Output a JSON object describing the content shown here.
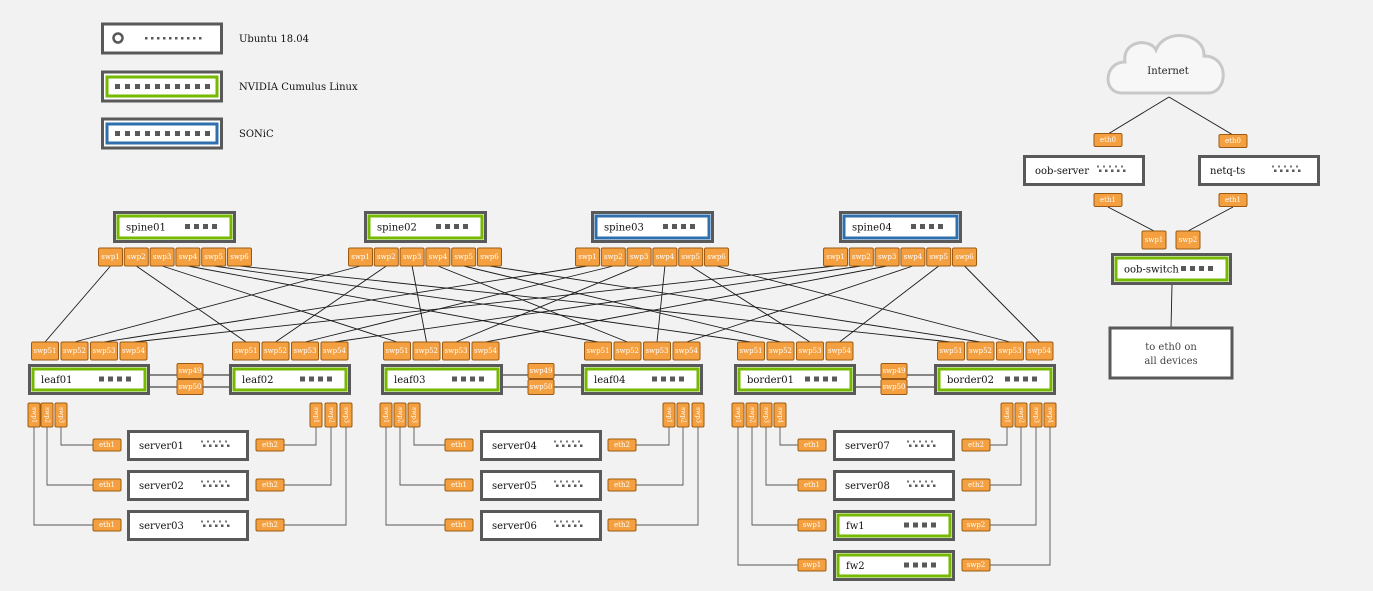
{
  "legend": [
    {
      "label": "Ubuntu 18.04",
      "kind": "ubuntu"
    },
    {
      "label": "NVIDIA Cumulus Linux",
      "kind": "cumulus"
    },
    {
      "label": "SONiC",
      "kind": "sonic"
    }
  ],
  "colors": {
    "background": "#f2f2f2",
    "device_frame": "#595959",
    "cumulus": "#76b900",
    "sonic": "#2f6fae",
    "port_fill": "#f5a040",
    "port_border": "#9c5a12",
    "cloud": "#c8c8c8",
    "wire": "#1a1a1a"
  },
  "internet": {
    "label": "Internet"
  },
  "note": {
    "line1": "to eth0 on",
    "line2": "all devices"
  },
  "devices": {
    "spine01": {
      "label": "spine01",
      "kind": "cumulus"
    },
    "spine02": {
      "label": "spine02",
      "kind": "cumulus"
    },
    "spine03": {
      "label": "spine03",
      "kind": "sonic"
    },
    "spine04": {
      "label": "spine04",
      "kind": "sonic"
    },
    "leaf01": {
      "label": "leaf01",
      "kind": "cumulus"
    },
    "leaf02": {
      "label": "leaf02",
      "kind": "cumulus"
    },
    "leaf03": {
      "label": "leaf03",
      "kind": "cumulus"
    },
    "leaf04": {
      "label": "leaf04",
      "kind": "cumulus"
    },
    "border01": {
      "label": "border01",
      "kind": "cumulus"
    },
    "border02": {
      "label": "border02",
      "kind": "cumulus"
    },
    "server01": {
      "label": "server01",
      "kind": "ubuntu"
    },
    "server02": {
      "label": "server02",
      "kind": "ubuntu"
    },
    "server03": {
      "label": "server03",
      "kind": "ubuntu"
    },
    "server04": {
      "label": "server04",
      "kind": "ubuntu"
    },
    "server05": {
      "label": "server05",
      "kind": "ubuntu"
    },
    "server06": {
      "label": "server06",
      "kind": "ubuntu"
    },
    "server07": {
      "label": "server07",
      "kind": "ubuntu"
    },
    "server08": {
      "label": "server08",
      "kind": "ubuntu"
    },
    "fw1": {
      "label": "fw1",
      "kind": "cumulus"
    },
    "fw2": {
      "label": "fw2",
      "kind": "cumulus"
    },
    "oobserver": {
      "label": "oob-server",
      "kind": "ubuntu"
    },
    "netqts": {
      "label": "netq-ts",
      "kind": "ubuntu"
    },
    "oobswitch": {
      "label": "oob-switch",
      "kind": "cumulus"
    }
  },
  "ports": {
    "spine": [
      "swp1",
      "swp2",
      "swp3",
      "swp4",
      "swp5",
      "swp6"
    ],
    "leaf_up": [
      "swp51",
      "swp52",
      "swp53",
      "swp54"
    ],
    "peerlink": [
      "swp49",
      "swp50"
    ],
    "leaf_down": [
      "swp1",
      "swp2",
      "swp3"
    ],
    "border_down": [
      "swp1",
      "swp2",
      "swp3",
      "swp4"
    ],
    "server_left": [
      "eth1",
      "eth1",
      "eth1"
    ],
    "server_right": [
      "eth2",
      "eth2",
      "eth2"
    ],
    "fw_left": "swp1",
    "fw_right": "swp2",
    "mgmt_eth0": "eth0",
    "mgmt_eth1": "eth1",
    "oobswitch_ports": [
      "swp1",
      "swp2"
    ]
  }
}
